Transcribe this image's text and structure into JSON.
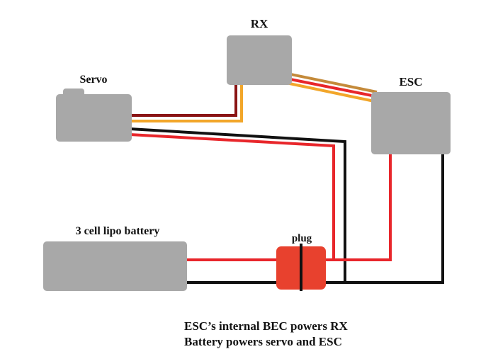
{
  "labels": {
    "rx": "RX",
    "servo": "Servo",
    "esc": "ESC",
    "battery": "3 cell lipo battery",
    "plug": "plug"
  },
  "caption": {
    "line1": "ESC’s internal BEC powers RX",
    "line2": "Battery powers servo and ESC"
  },
  "colors": {
    "box": "#a8a8a8",
    "plug": "#e8412e",
    "wire_red": "#e8262b",
    "wire_black": "#111111",
    "wire_orange": "#f2a62a",
    "wire_darkred": "#8a1414",
    "wire_tan": "#c48a3a"
  }
}
